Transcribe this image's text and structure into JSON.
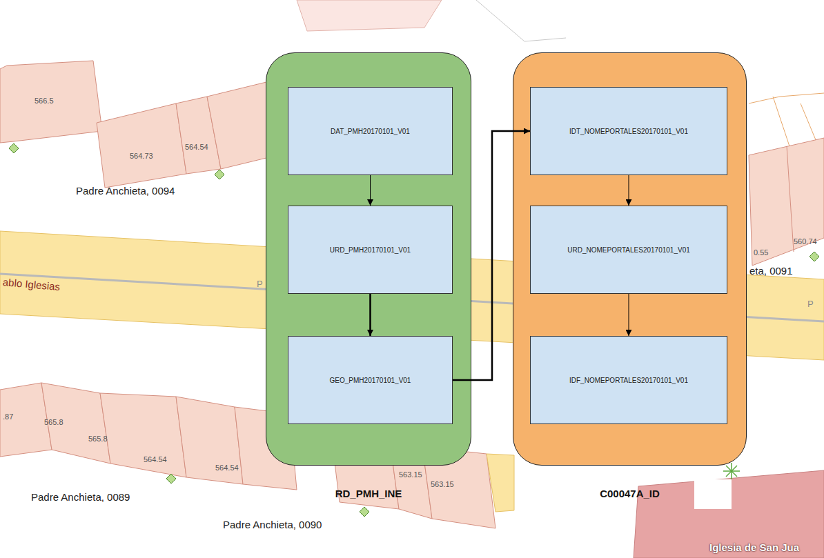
{
  "diagram": {
    "nodes": [
      {
        "text": [
          "RD_PMH_INE"
        ]
      },
      {
        "text": [
          "DAT_PMH20170101_V01"
        ],
        "in": 0
      },
      {
        "text": [
          "URD_PMH20170101_V01"
        ],
        "in": 0
      },
      {
        "text": [
          "GEO_PMH20170101_V01"
        ],
        "in": 0
      },
      {
        "text": [
          "C00047A_ID"
        ]
      },
      {
        "text": [
          "IDT_NOMEPORTALES20170101_V01"
        ],
        "in": 4
      },
      {
        "text": [
          "URD_NOMEPORTALES20170101_V01"
        ],
        "in": 4
      },
      {
        "text": [
          "IDF_NOMEPORTALES20170101_V01"
        ],
        "in": 4
      }
    ],
    "edges": [
      {
        "from": 1,
        "to": 2,
        "arrow": "to"
      },
      {
        "from": 2,
        "to": 3,
        "arrow": "to"
      },
      {
        "from": 3,
        "to": 5,
        "arrow": "to"
      },
      {
        "from": 5,
        "to": 6,
        "arrow": "to"
      },
      {
        "from": 6,
        "to": 7,
        "arrow": "to"
      }
    ],
    "labels": [
      "566.5",
      "564.73",
      "564.54",
      "Padre Anchieta, 0094",
      "ablo Iglesias",
      "P",
      "0.55",
      "560.74",
      "eta, 0091",
      "P",
      ".87",
      "565.8",
      "565.8",
      "564.54",
      "564.54",
      "563.15",
      "563.15",
      "Padre Anchieta, 0089",
      "Padre Anchieta, 0090",
      "Iglesia de San Jua"
    ]
  }
}
